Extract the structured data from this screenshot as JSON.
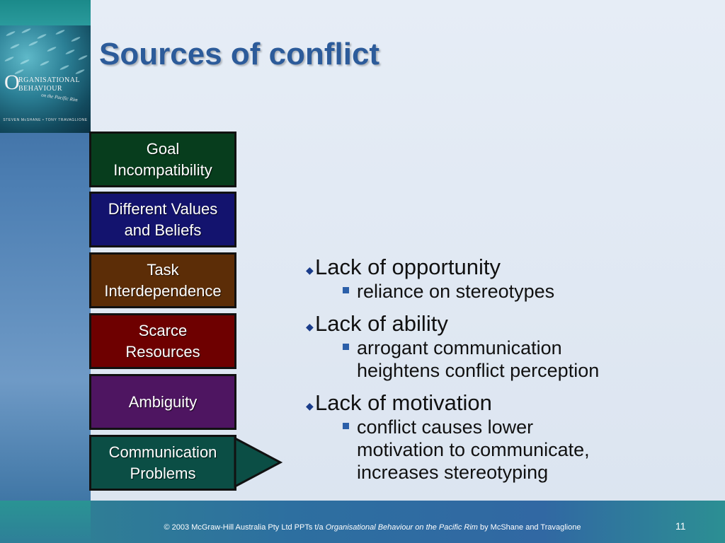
{
  "title": "Sources of conflict",
  "book_cover": {
    "initial": "O",
    "title_line1": "RGANISATIONAL",
    "title_line2": "BEHAVIOUR",
    "subtitle": "on the Pacific Rim",
    "authors": "STEVEN McSHANE • TONY TRAVAGLIONE"
  },
  "sources": [
    {
      "line1": "Goal",
      "line2": "Incompatibility",
      "color": "#073d1d"
    },
    {
      "line1": "Different Values",
      "line2": "and Beliefs",
      "color": "#13136e"
    },
    {
      "line1": "Task",
      "line2": "Interdependence",
      "color": "#5c2d07"
    },
    {
      "line1": "Scarce",
      "line2": "Resources",
      "color": "#6e0000"
    },
    {
      "line1": "Ambiguity",
      "line2": "",
      "color": "#4e1561"
    },
    {
      "line1": "Communication",
      "line2": "Problems",
      "color": "#0b4e45",
      "selected": true
    }
  ],
  "bullets": [
    {
      "text": "Lack of opportunity",
      "sub": [
        "reliance on stereotypes"
      ]
    },
    {
      "text": "Lack of ability",
      "sub": [
        "arrogant communication",
        "heightens conflict perception"
      ]
    },
    {
      "text": "Lack of motivation",
      "sub": [
        "conflict causes lower",
        "motivation to communicate,",
        "increases stereotyping"
      ]
    }
  ],
  "footer": {
    "prefix": "© 2003 McGraw-Hill Australia Pty Ltd PPTs t/a",
    "book_title": "Organisational Behaviour on the Pacific Rim",
    "suffix": "by McShane and Travaglione"
  },
  "page_number": "11",
  "colors": {
    "title": "#2c5b9a",
    "arrow": "#0b4e45",
    "sub_bullet": "#2b5fa9"
  }
}
